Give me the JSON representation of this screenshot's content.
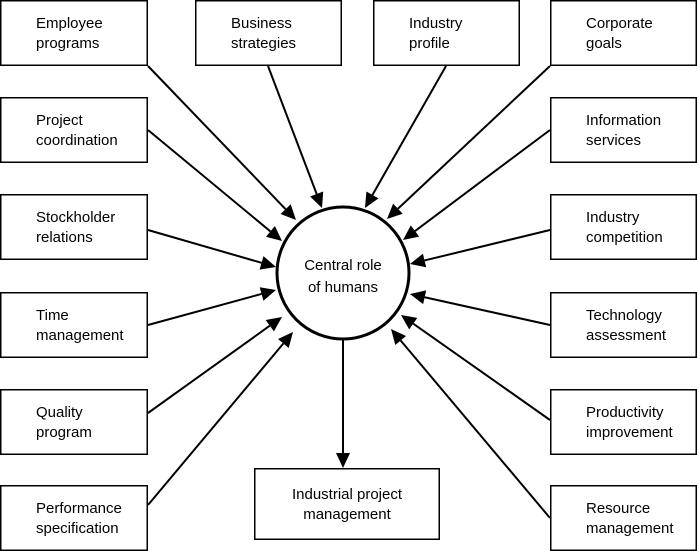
{
  "center": {
    "lines": [
      "Central role",
      "of humans"
    ]
  },
  "inputs": [
    {
      "id": "employee-programs",
      "lines": [
        "Employee",
        "programs"
      ]
    },
    {
      "id": "business-strategies",
      "lines": [
        "Business",
        "strategies"
      ]
    },
    {
      "id": "industry-profile",
      "lines": [
        "Industry",
        "profile"
      ]
    },
    {
      "id": "corporate-goals",
      "lines": [
        "Corporate",
        "goals"
      ]
    },
    {
      "id": "project-coordination",
      "lines": [
        "Project",
        "coordination"
      ]
    },
    {
      "id": "information-services",
      "lines": [
        "Information",
        "services"
      ]
    },
    {
      "id": "stockholder-relations",
      "lines": [
        "Stockholder",
        "relations"
      ]
    },
    {
      "id": "industry-competition",
      "lines": [
        "Industry",
        "competition"
      ]
    },
    {
      "id": "time-management",
      "lines": [
        "Time",
        "management"
      ]
    },
    {
      "id": "technology-assessment",
      "lines": [
        "Technology",
        "assessment"
      ]
    },
    {
      "id": "quality-program",
      "lines": [
        "Quality",
        "program"
      ]
    },
    {
      "id": "productivity-improvement",
      "lines": [
        "Productivity",
        "improvement"
      ]
    },
    {
      "id": "performance-specification",
      "lines": [
        "Performance",
        "specification"
      ]
    },
    {
      "id": "resource-management",
      "lines": [
        "Resource",
        "management"
      ]
    }
  ],
  "output": {
    "id": "industrial-project-management",
    "lines": [
      "Industrial project",
      "management"
    ]
  }
}
